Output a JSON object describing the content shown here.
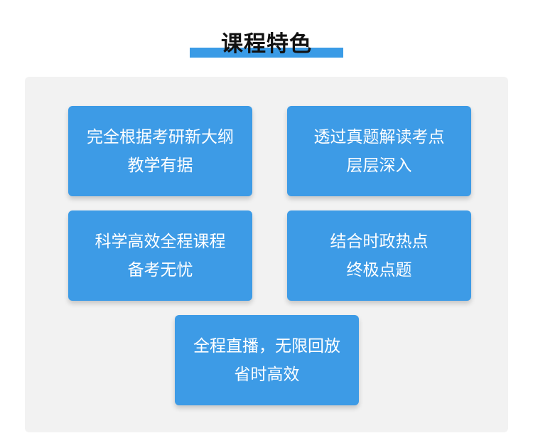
{
  "header": {
    "title": "课程特色"
  },
  "features": [
    {
      "line1": "完全根据考研新大纲",
      "line2": "教学有据"
    },
    {
      "line1": "透过真题解读考点",
      "line2": "层层深入"
    },
    {
      "line1": "科学高效全程课程",
      "line2": "备考无忧"
    },
    {
      "line1": "结合时政热点",
      "line2": "终极点题"
    },
    {
      "line1": "全程直播，无限回放",
      "line2": "省时高效"
    }
  ],
  "colors": {
    "accent": "#3a9be6",
    "card": "#3d9be6",
    "panel": "#f2f2f2",
    "title": "#111111"
  }
}
